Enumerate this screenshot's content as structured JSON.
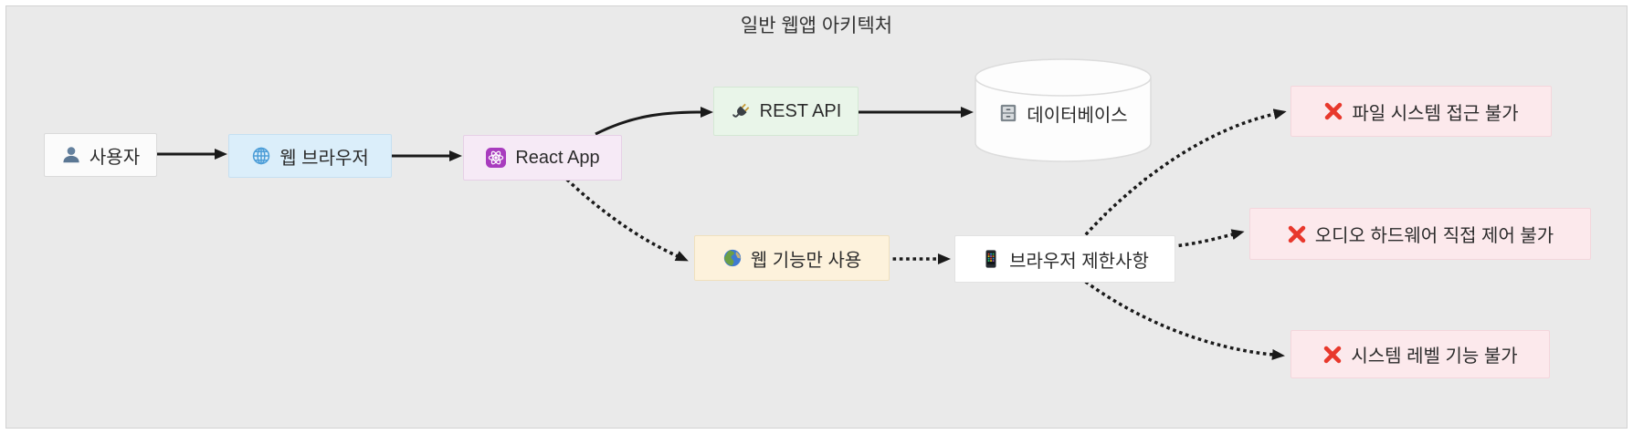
{
  "title": "일반 웹앱 아키텍처",
  "nodes": {
    "user": {
      "label": "사용자",
      "icon": "user-icon"
    },
    "browser": {
      "label": "웹 브라우저",
      "icon": "globe-meridians-icon"
    },
    "react": {
      "label": "React App",
      "icon": "react-atom-icon"
    },
    "restapi": {
      "label": "REST API",
      "icon": "plug-icon"
    },
    "database": {
      "label": "데이터베이스",
      "icon": "file-cabinet-icon",
      "shape": "cylinder"
    },
    "webonly": {
      "label": "웹 기능만 사용",
      "icon": "earth-globe-icon"
    },
    "limits": {
      "label": "브라우저 제한사항",
      "icon": "mobile-phone-icon"
    },
    "nofs": {
      "label": "파일 시스템 접근 불가",
      "icon": "cross-mark-icon"
    },
    "noaudio": {
      "label": "오디오 하드웨어 직접 제어 불가",
      "icon": "cross-mark-icon"
    },
    "nosys": {
      "label": "시스템 레벨 기능 불가",
      "icon": "cross-mark-icon"
    }
  },
  "edges": [
    {
      "from": "사용자",
      "to": "웹 브라우저",
      "style": "solid"
    },
    {
      "from": "웹 브라우저",
      "to": "React App",
      "style": "solid"
    },
    {
      "from": "React App",
      "to": "REST API",
      "style": "solid"
    },
    {
      "from": "REST API",
      "to": "데이터베이스",
      "style": "solid"
    },
    {
      "from": "React App",
      "to": "웹 기능만 사용",
      "style": "dotted"
    },
    {
      "from": "웹 기능만 사용",
      "to": "브라우저 제한사항",
      "style": "dotted"
    },
    {
      "from": "브라우저 제한사항",
      "to": "파일 시스템 접근 불가",
      "style": "dotted"
    },
    {
      "from": "브라우저 제한사항",
      "to": "오디오 하드웨어 직접 제어 불가",
      "style": "dotted"
    },
    {
      "from": "브라우저 제한사항",
      "to": "시스템 레벨 기능 불가",
      "style": "dotted"
    }
  ],
  "colors": {
    "canvas_bg": "#eaeaea",
    "frame_border": "#d2d2d2",
    "edge": "#1a1a1a",
    "text": "#2b2b2b",
    "user_fill": "#fbfbfb",
    "user_border": "#dadada",
    "browser_fill": "#dbeefa",
    "browser_border": "#c5e0f2",
    "react_fill": "#f6eaf6",
    "react_border": "#e6d0e6",
    "restapi_fill": "#e9f5e9",
    "restapi_border": "#d4e8d4",
    "db_fill": "#fdfdfd",
    "db_border": "#dcdcdc",
    "webonly_fill": "#fdf2dc",
    "webonly_border": "#f0e0bd",
    "limits_fill": "#ffffff",
    "limits_border": "#e2e2e2",
    "restrict_fill": "#fce9ec",
    "restrict_border": "#f4d6dc",
    "cross_red": "#e8382c"
  }
}
